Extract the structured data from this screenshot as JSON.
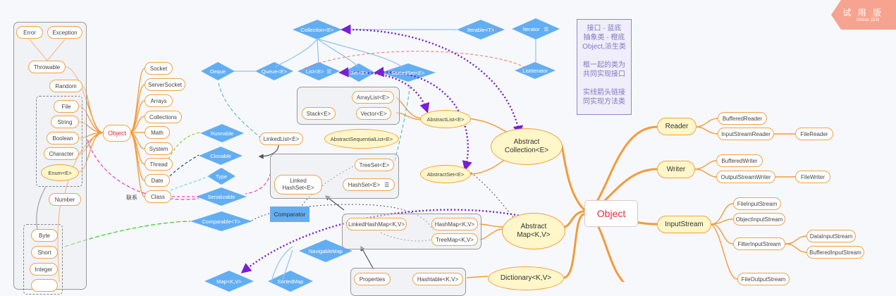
{
  "legend": {
    "line1": "接口 - 蓝底\n抽象类 - 橙底\nObject,派生类",
    "line2": "框一起的类为\n共同实现接口",
    "line3": "实线箭头链接\n同实现方法类"
  },
  "trial": {
    "title": "试 用 版",
    "sub": "XMind: ZEN"
  },
  "colors": {
    "interface": "#63aef2",
    "abstract": "#fff6c9",
    "border": "#f3a13c",
    "branch": "#f29b3a",
    "root": "#e0303a"
  },
  "left": {
    "object": "Object",
    "error": "Error",
    "exception": "Exception",
    "throwable": "Throwable",
    "random": "Random",
    "file": "File",
    "string": "String",
    "boolean": "Boolean",
    "character": "Character",
    "enum": "Enum<E>",
    "number": "Number",
    "byte": "Byte",
    "short": "Short",
    "integer": "Integer",
    "socket": "Socket",
    "serversocket": "ServerSocket",
    "arrays": "Arrays",
    "collections": "Collections",
    "math": "Math",
    "system": "System",
    "thread": "Thread",
    "date": "Date",
    "class": "Class",
    "relation": "联系"
  },
  "interfaces": {
    "runnable": "Runnable",
    "clonable": "Clonable",
    "type": "Type",
    "serializable": "Serializable",
    "comparable": "Comparable<T>",
    "comparator": "Comparator",
    "collection": "Collection<E>",
    "iterable": "Iterable<T>",
    "iterator": "Iterator",
    "listiterator": "ListIterator",
    "deque": "Deque",
    "queue": "Queue<E>",
    "list": "List<E>",
    "set": "Set<E>",
    "sortedset": "SortedSet<E>",
    "navigablemap": "NavigableMap",
    "map": "Map<K,V>",
    "sortedmap": "SortedMap"
  },
  "classes": {
    "arraylist": "ArrayList<E>",
    "stack": "Stack<E>",
    "vector": "Vector<E>",
    "abstractlist": "AbstractList<E>",
    "linkedlist": "LinkedList<E>",
    "abstractsequentiallist": "AbstractSequentialList<E>",
    "treeset": "TreeSet<E>",
    "linkedhashset": "Linked\nHashSet<E>",
    "hashset": "HashSet<E>",
    "abstractset": "AbstractSet<E>",
    "linkedhashmap": "LinkedHashMap<K,V>",
    "hashmap": "HashMap<K,V>",
    "treemap": "TreeMap<K,V>",
    "properties": "Properties",
    "hashtable": "Hashtable<K,V>"
  },
  "abstracts": {
    "collection": "Abstract\nCollection<E>",
    "map": "Abstract\nMap<K,V>",
    "dictionary": "Dictionary<K,V>"
  },
  "right": {
    "object": "Object",
    "reader": "Reader",
    "bufferedreader": "BufferedReader",
    "inputstreamreader": "InputStreamReader",
    "filereader": "FileReader",
    "writer": "Writer",
    "bufferedwriter": "BufferedWriter",
    "outputstreamwriter": "OutputStreamWriter",
    "filewriter": "FileWriter",
    "inputstream": "InputStream",
    "fileinputstream": "FileInputStream",
    "objectinputstream": "ObjectInputStream",
    "filterinputstream": "FilterInputStream",
    "datainputstream": "DataInputStream",
    "bufferedinputstream": "BufferedInputStream",
    "fileoutputstream": "FileOutputStream"
  }
}
